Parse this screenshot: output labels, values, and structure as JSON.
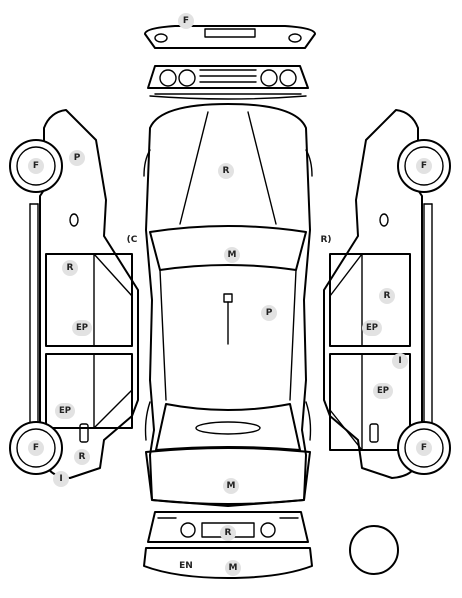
{
  "damage_codes": {
    "front_bumper": "F",
    "left_front_wheel": "F",
    "left_front_fender_p": "P",
    "left_front_door_r": "R",
    "left_front_door_ep": "EP",
    "left_rear_door_ep": "EP",
    "left_rear_wheel": "F",
    "left_rear_r": "R",
    "left_rear_i": "I",
    "roof": "R",
    "windshield": "M",
    "hood_p": "P",
    "rear_window": "M",
    "left_mirror": "C",
    "right_mirror": "R",
    "right_front_wheel": "F",
    "right_rear_wheel": "F",
    "right_front_door_r": "R",
    "right_front_door_ep": "EP",
    "right_rear_i": "I",
    "right_rear_door_ep": "EP",
    "rear_panel": "R",
    "rear_bumper_en": "EN",
    "rear_bumper_m": "M"
  }
}
